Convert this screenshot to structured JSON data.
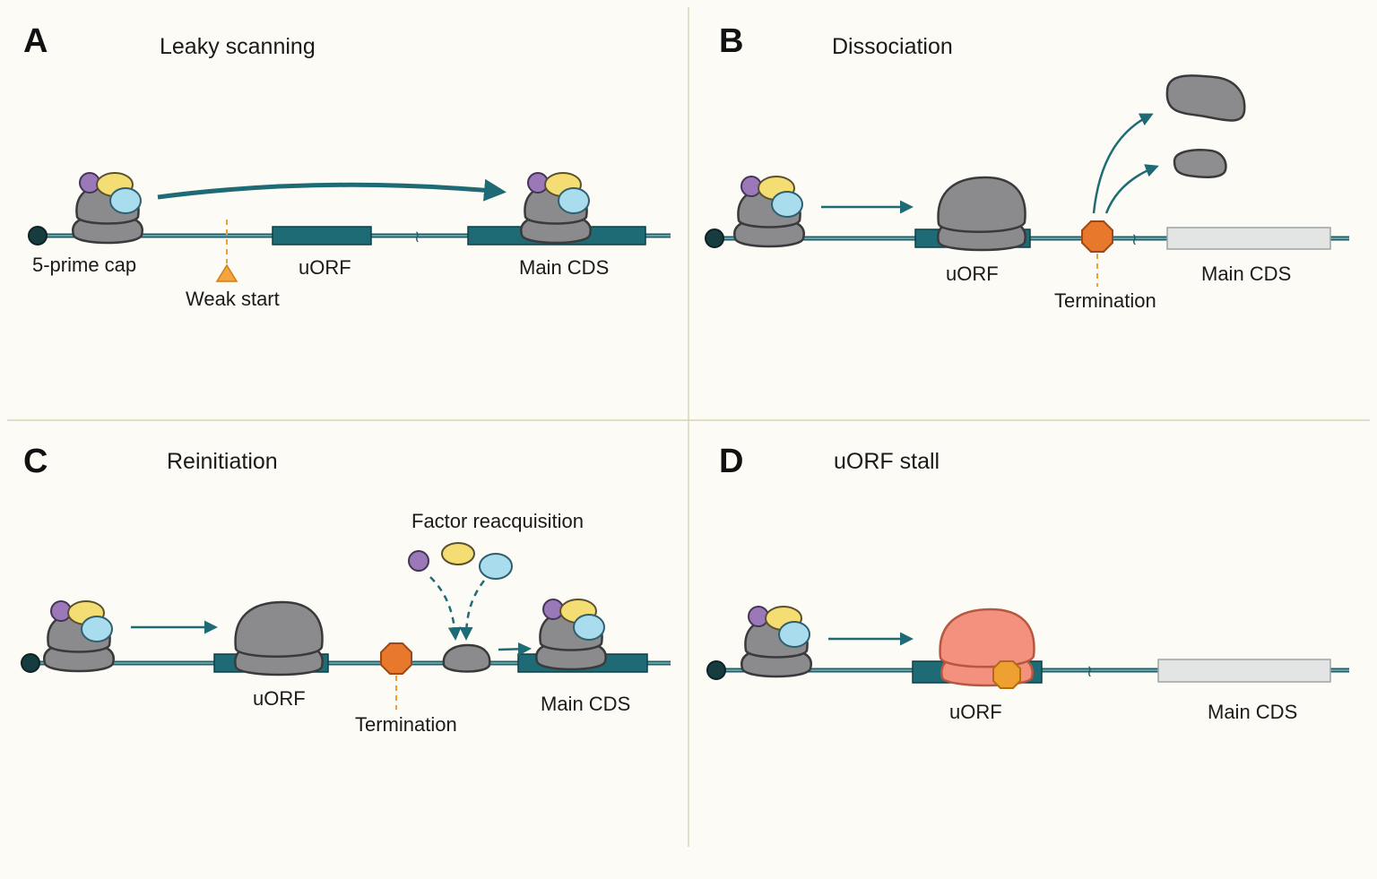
{
  "panels": {
    "a": {
      "letter": "A",
      "title": "Leaky scanning",
      "labels": {
        "cap": "5-prime cap",
        "weak_start": "Weak start",
        "uorf": "uORF",
        "main_cds": "Main CDS"
      }
    },
    "b": {
      "letter": "B",
      "title": "Dissociation",
      "labels": {
        "uorf": "uORF",
        "termination": "Termination",
        "main_cds": "Main CDS"
      }
    },
    "c": {
      "letter": "C",
      "title": "Reinitiation",
      "labels": {
        "factor": "Factor reacquisition",
        "uorf": "uORF",
        "termination": "Termination",
        "main_cds": "Main CDS"
      }
    },
    "d": {
      "letter": "D",
      "title": "uORF stall",
      "labels": {
        "uorf": "uORF",
        "main_cds": "Main CDS"
      }
    }
  },
  "colors": {
    "mrna": "#1d5e69",
    "ribosome": "#8b8b8d",
    "stalled_ribosome": "#f3917e",
    "stop_codon": "#e8782c",
    "factor_purple": "#9b78b8",
    "factor_yellow": "#f4dd73",
    "factor_cyan": "#a9dcec"
  }
}
